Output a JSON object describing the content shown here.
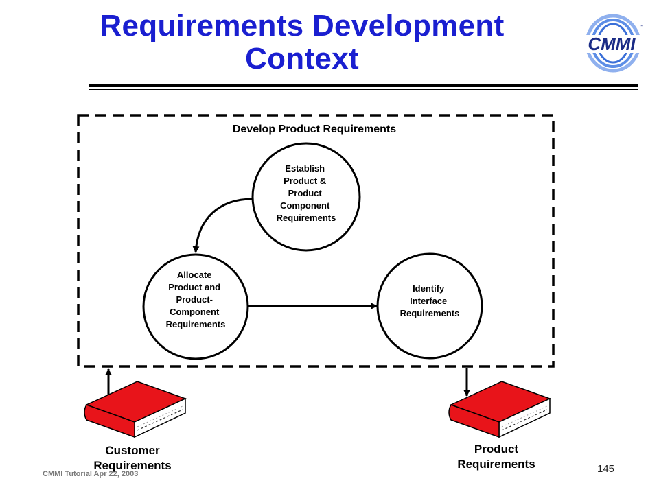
{
  "slide": {
    "title": "Requirements Development\nContext",
    "footer": "CMMI Tutorial  Apr 22, 2003",
    "page_number": "145"
  },
  "logo": {
    "text": "CMMI",
    "tm": "™"
  },
  "diagram": {
    "container_label": "Develop Product Requirements",
    "establish_lines": [
      "Establish",
      "Product &",
      "Product",
      "Component",
      "Requirements"
    ],
    "allocate_lines": [
      "Allocate",
      "Product and",
      "Product-",
      "Component",
      "Requirements"
    ],
    "identify_lines": [
      "Identify",
      "Interface",
      "Requirements"
    ]
  },
  "books": {
    "customer_label": "Customer\nRequirements",
    "product_label": "Product\nRequirements"
  },
  "colors": {
    "title": "#1a1fd0",
    "book_red": "#e8141a",
    "logo_blue": "#3a6fd8"
  }
}
